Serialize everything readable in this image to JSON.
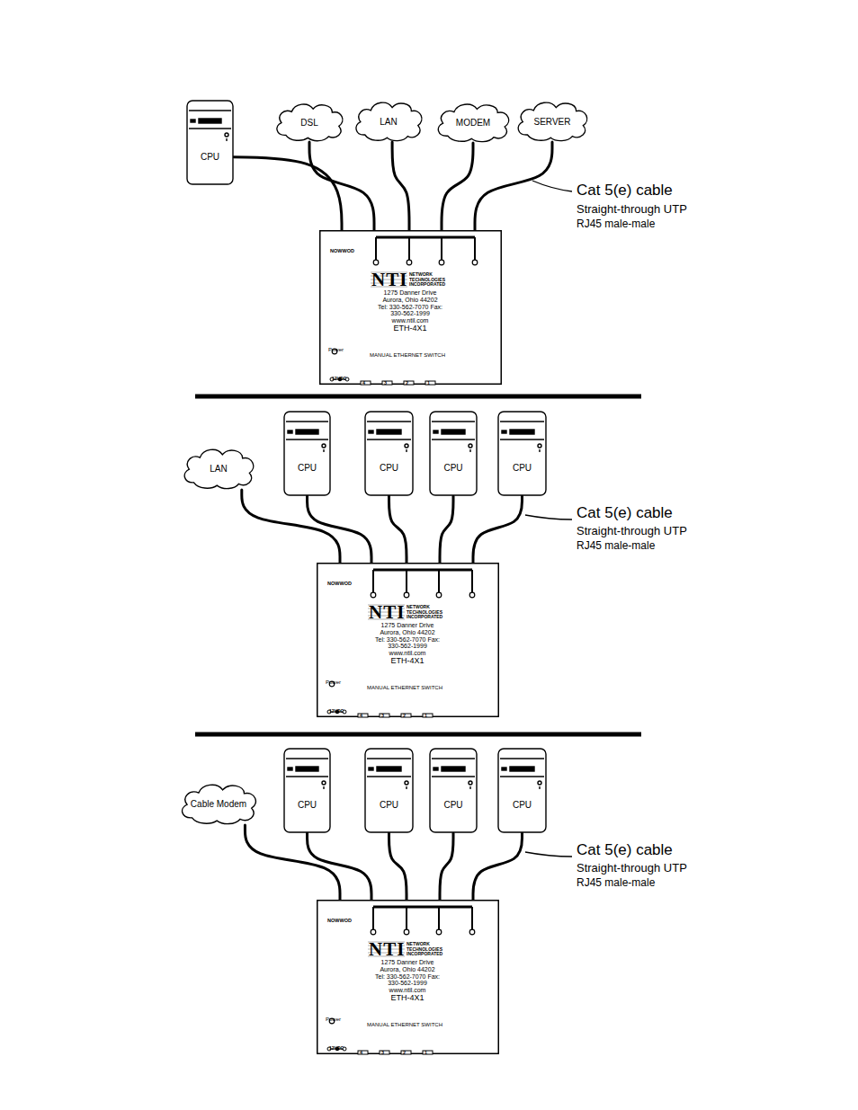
{
  "diagram": {
    "nodes": [
      {
        "text": [
          "CPU"
        ]
      },
      {
        "text": [
          "DSL"
        ]
      },
      {
        "text": [
          "LAN"
        ]
      },
      {
        "text": [
          "MODEM"
        ]
      },
      {
        "text": [
          "SERVER"
        ]
      },
      {
        "text": [
          "NOWWOD",
          "NTI",
          "NETWORK TECHNOLOGIES INCORPORATED",
          "1275 Danner Drive Aurora, Ohio 44202 Tel: 330-562-7070 Fax: 330-562-1999 www.ntil.com",
          "ETH-4X1",
          "Power",
          "MANUAL ETHERNET SWITCH",
          "12VDC",
          "4",
          "3",
          "2",
          "1"
        ]
      },
      {
        "text": [
          "LAN"
        ]
      },
      {
        "text": [
          "CPU"
        ]
      },
      {
        "text": [
          "CPU"
        ]
      },
      {
        "text": [
          "CPU"
        ]
      },
      {
        "text": [
          "CPU"
        ]
      },
      {
        "text": [
          "NOWWOD",
          "NTI",
          "NETWORK TECHNOLOGIES INCORPORATED",
          "1275 Danner Drive Aurora, Ohio 44202 Tel: 330-562-7070 Fax: 330-562-1999 www.ntil.com",
          "ETH-4X1",
          "Power",
          "MANUAL ETHERNET SWITCH",
          "12VDC",
          "4",
          "3",
          "2",
          "1"
        ]
      },
      {
        "text": [
          "Cable Modem"
        ]
      },
      {
        "text": [
          "CPU"
        ]
      },
      {
        "text": [
          "CPU"
        ]
      },
      {
        "text": [
          "CPU"
        ]
      },
      {
        "text": [
          "CPU"
        ]
      },
      {
        "text": [
          "NOWWOD",
          "NTI",
          "NETWORK TECHNOLOGIES INCORPORATED",
          "1275 Danner Drive Aurora, Ohio 44202 Tel: 330-562-7070 Fax: 330-562-1999 www.ntil.com",
          "ETH-4X1",
          "Power",
          "MANUAL ETHERNET SWITCH",
          "12VDC",
          "4",
          "3",
          "2",
          "1"
        ]
      }
    ],
    "edges": [
      {
        "from": 0,
        "to": 5,
        "arrow": "none"
      },
      {
        "from": 1,
        "to": 5,
        "arrow": "none"
      },
      {
        "from": 2,
        "to": 5,
        "arrow": "none"
      },
      {
        "from": 3,
        "to": 5,
        "arrow": "none"
      },
      {
        "from": 4,
        "to": 5,
        "arrow": "none"
      },
      {
        "from": 6,
        "to": 11,
        "arrow": "none"
      },
      {
        "from": 7,
        "to": 11,
        "arrow": "none"
      },
      {
        "from": 8,
        "to": 11,
        "arrow": "none"
      },
      {
        "from": 9,
        "to": 11,
        "arrow": "none"
      },
      {
        "from": 10,
        "to": 11,
        "arrow": "none"
      },
      {
        "from": 12,
        "to": 17,
        "arrow": "none"
      },
      {
        "from": 13,
        "to": 17,
        "arrow": "none"
      },
      {
        "from": 14,
        "to": 17,
        "arrow": "none"
      },
      {
        "from": 15,
        "to": 17,
        "arrow": "none"
      },
      {
        "from": 16,
        "to": 17,
        "arrow": "none"
      }
    ],
    "labels": [
      "Cat 5(e) cable",
      "Straight-through UTP",
      "RJ45 male-male",
      "Cat 5(e) cable",
      "Straight-through UTP",
      "RJ45 male-male",
      "Cat 5(e) cable",
      "Straight-through UTP",
      "RJ45 male-male"
    ]
  }
}
